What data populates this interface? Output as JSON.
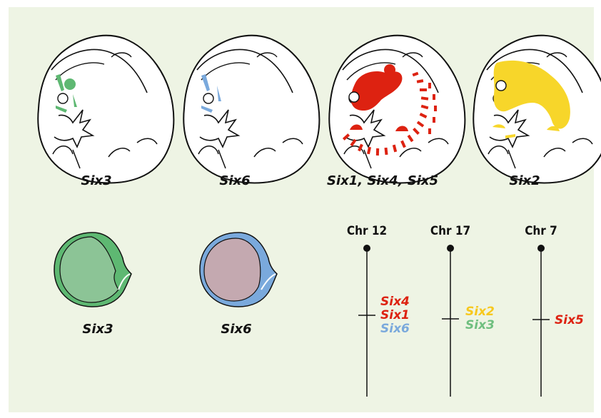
{
  "colors": {
    "background": "#eef4e4",
    "green": "#5eb872",
    "blue": "#7aa9dc",
    "red": "#dd2211",
    "yellow": "#f7d62a",
    "mauve": "#c4a9b0",
    "line": "#111111"
  },
  "embryos": [
    {
      "label": "Six3",
      "color": "green"
    },
    {
      "label": "Six6",
      "color": "blue"
    },
    {
      "label": "Six1, Six4, Six5",
      "color": "red"
    },
    {
      "label": "Six2",
      "color": "yellow"
    }
  ],
  "eyes": [
    {
      "label": "Six3",
      "color": "green"
    },
    {
      "label": "Six6",
      "color": "blue"
    }
  ],
  "chromosomes": [
    {
      "label": "Chr 12",
      "genes": [
        {
          "name": "Six4",
          "color": "#dd2211"
        },
        {
          "name": "Six1",
          "color": "#dd2211"
        },
        {
          "name": "Six6",
          "color": "#7aa9dc"
        }
      ]
    },
    {
      "label": "Chr 17",
      "genes": [
        {
          "name": "Six2",
          "color": "#f7c81e"
        },
        {
          "name": "Six3",
          "color": "#6fbf7f"
        }
      ]
    },
    {
      "label": "Chr 7",
      "genes": [
        {
          "name": "Six5",
          "color": "#dd2211"
        }
      ]
    }
  ]
}
